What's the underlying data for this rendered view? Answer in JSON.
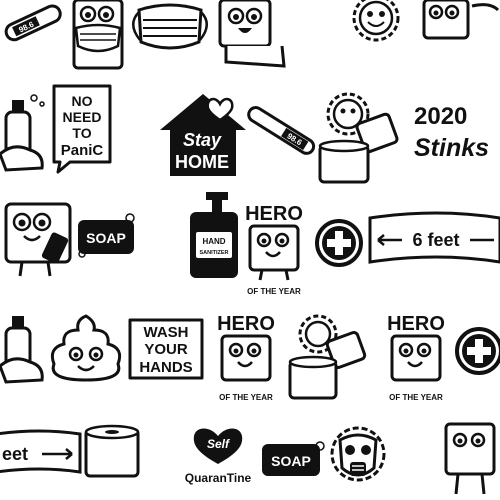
{
  "stickers": {
    "no_need_to_panic": [
      "NO",
      "NEED",
      "TO",
      "PaniC"
    ],
    "stay_home": {
      "line1": "Stay",
      "line2": "HOME"
    },
    "year_2020_stinks": {
      "line1": "2020",
      "line2": "Stinks"
    },
    "soap_label": "SOAP",
    "hand_sanitizer": {
      "line1": "HAND",
      "line2": "SANITIZER"
    },
    "hero_of_the_year": {
      "title": "HERO",
      "subtitle": "OF THE YEAR"
    },
    "six_feet": "6 feet",
    "wash_your_hands": [
      "WASH",
      "YOUR",
      "HANDS"
    ],
    "feet_partial": "eet",
    "self_quarantine": {
      "line1": "Self",
      "line2": "QuaranTine"
    },
    "thermometer_reading": "98.6"
  },
  "colors": {
    "ink": "#111111",
    "paper": "#ffffff"
  }
}
